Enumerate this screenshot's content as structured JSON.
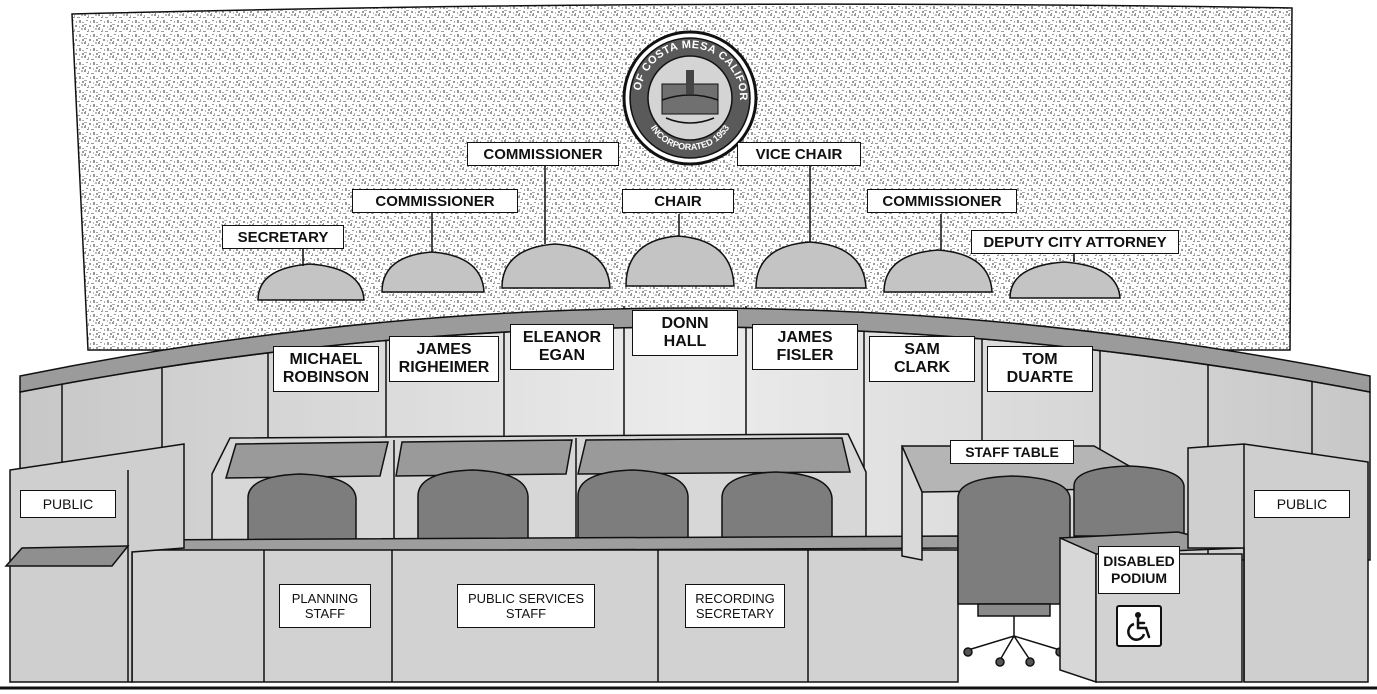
{
  "seal": {
    "text_top": "CITY OF COSTA MESA CALIFORNIA",
    "text_bottom": "INCORPORATED 1953"
  },
  "dais_roles": {
    "secretary": "SECRETARY",
    "commissioner_left": "COMMISSIONER",
    "commissioner_center": "COMMISSIONER",
    "chair": "CHAIR",
    "vice_chair": "VICE CHAIR",
    "commissioner_right": "COMMISSIONER",
    "deputy_city_attorney": "DEPUTY CITY ATTORNEY"
  },
  "nameplates": [
    {
      "line1": "MICHAEL",
      "line2": "ROBINSON"
    },
    {
      "line1": "JAMES",
      "line2": "RIGHEIMER"
    },
    {
      "line1": "ELEANOR",
      "line2": "EGAN"
    },
    {
      "line1": "DONN",
      "line2": "HALL"
    },
    {
      "line1": "JAMES",
      "line2": "FISLER"
    },
    {
      "line1": "SAM",
      "line2": "CLARK"
    },
    {
      "line1": "TOM",
      "line2": "DUARTE"
    }
  ],
  "floor_labels": {
    "public_left": "PUBLIC",
    "public_right": "PUBLIC",
    "staff_table": "STAFF TABLE",
    "planning_staff": {
      "line1": "PLANNING",
      "line2": "STAFF"
    },
    "public_services_staff": {
      "line1": "PUBLIC SERVICES",
      "line2": "STAFF"
    },
    "recording_secretary": {
      "line1": "RECORDING",
      "line2": "SECRETARY"
    },
    "disabled_podium": {
      "line1": "DISABLED",
      "line2": "PODIUM"
    }
  },
  "icons": {
    "accessibility": "wheelchair-icon"
  },
  "colors": {
    "outline": "#111111",
    "panel_light": "#d9d9d9",
    "panel_mid": "#bdbdbd",
    "panel_dark": "#8c8c8c",
    "chair": "#7a7a7a",
    "wall_speckle": "#a9a9a9"
  }
}
